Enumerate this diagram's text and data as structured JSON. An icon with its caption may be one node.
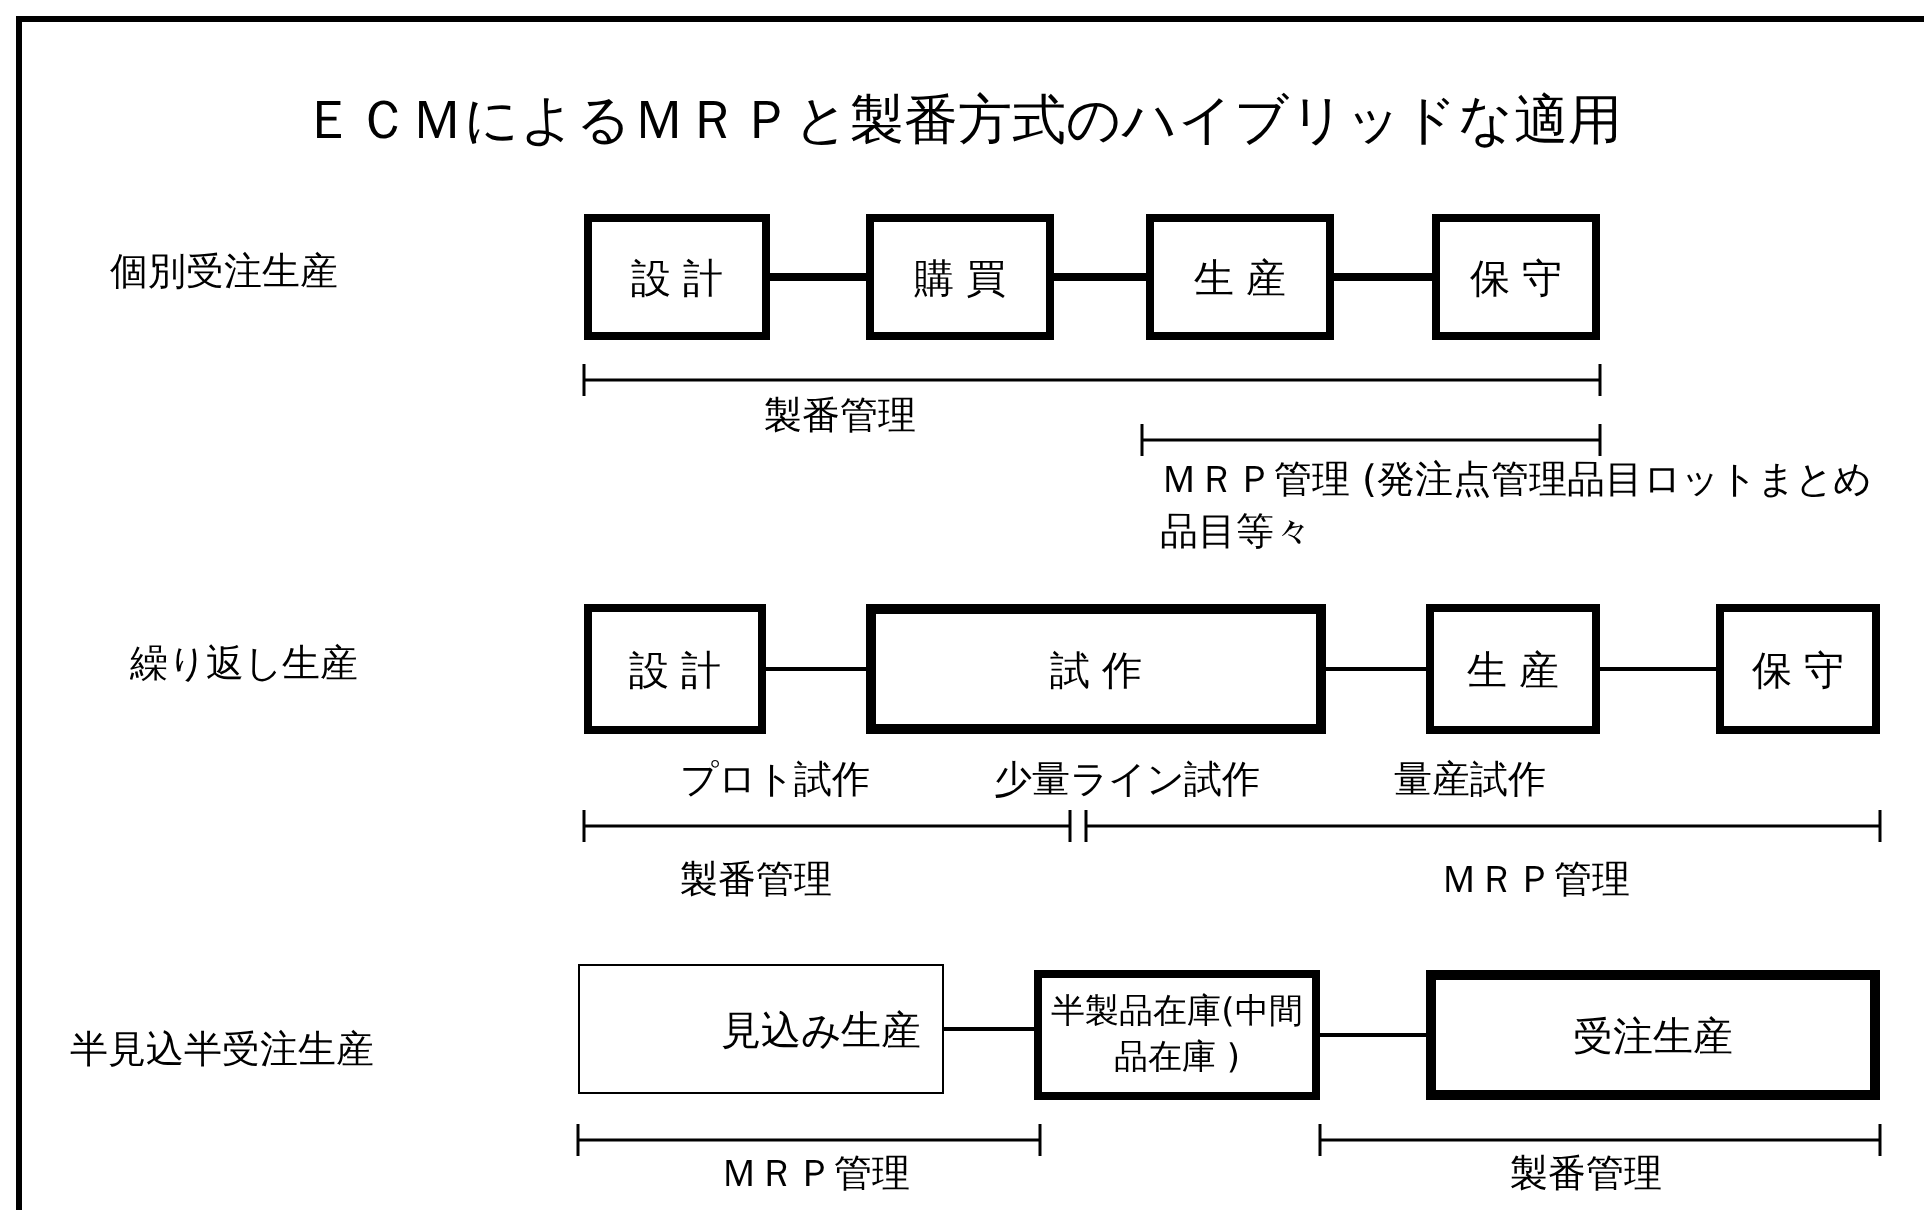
{
  "diagram": {
    "title": "ＥＣＭによるＭＲＰと製番方式のハイブリッドな適用",
    "nodes": [
      {
        "text": [
          "設 計"
        ]
      },
      {
        "text": [
          "購 買"
        ]
      },
      {
        "text": [
          "生 産"
        ]
      },
      {
        "text": [
          "保 守"
        ]
      },
      {
        "text": [
          "設 計"
        ]
      },
      {
        "text": [
          "試 作"
        ]
      },
      {
        "text": [
          "生 産"
        ]
      },
      {
        "text": [
          "保 守"
        ]
      },
      {
        "text": [
          "見込み生産"
        ]
      },
      {
        "text": [
          "半製品在庫(中間品在庫 )"
        ]
      },
      {
        "text": [
          "受注生産"
        ]
      }
    ],
    "edges": [
      {
        "from": 0,
        "to": 1,
        "arrow": "none",
        "style": "thick"
      },
      {
        "from": 1,
        "to": 2,
        "arrow": "none",
        "style": "thick"
      },
      {
        "from": 2,
        "to": 3,
        "arrow": "none",
        "style": "thick"
      },
      {
        "from": 4,
        "to": 5,
        "arrow": "none"
      },
      {
        "from": 5,
        "to": 6,
        "arrow": "none"
      },
      {
        "from": 6,
        "to": 7,
        "arrow": "none"
      },
      {
        "from": 8,
        "to": 9,
        "arrow": "none"
      },
      {
        "from": 9,
        "to": 10,
        "arrow": "none"
      }
    ],
    "labels": [
      "個別受注生産",
      "製番管理",
      "ＭＲＰ管理 (発注点管理品目ロットまとめ品目等々",
      "繰り返し生産",
      "プロト試作",
      "少量ライン試作",
      "量産試作",
      "製番管理",
      "ＭＲＰ管理",
      "半見込半受注生産",
      "ＭＲＰ管理",
      "製番管理"
    ]
  }
}
